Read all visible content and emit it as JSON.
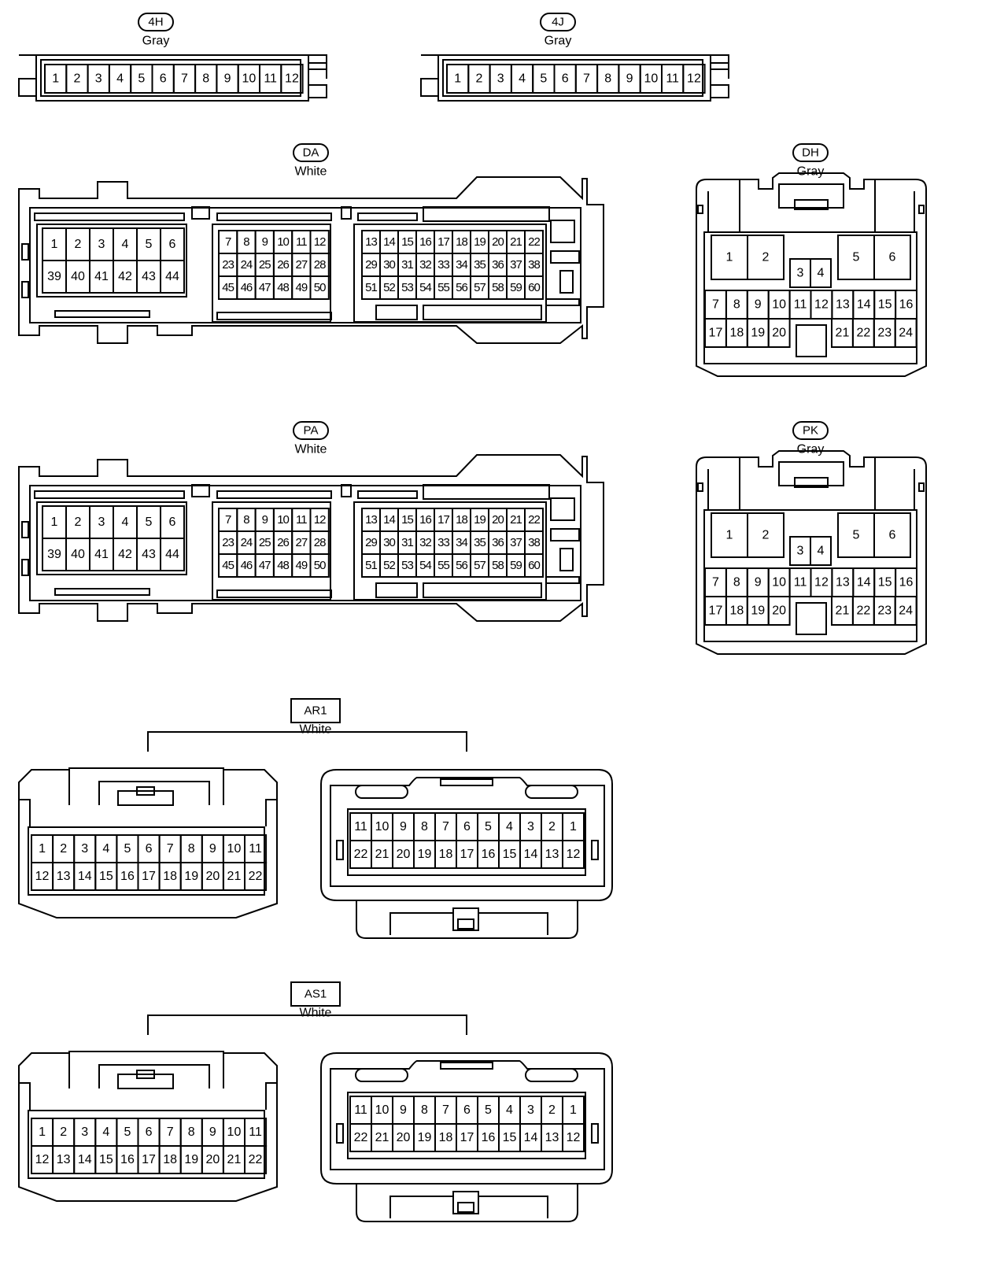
{
  "connectors": [
    {
      "id": "4H",
      "color": "Gray",
      "tag_style": "oval",
      "pins": [
        "1",
        "2",
        "3",
        "4",
        "5",
        "6",
        "7",
        "8",
        "9",
        "10",
        "11",
        "12"
      ]
    },
    {
      "id": "4J",
      "color": "Gray",
      "tag_style": "oval",
      "pins": [
        "1",
        "2",
        "3",
        "4",
        "5",
        "6",
        "7",
        "8",
        "9",
        "10",
        "11",
        "12"
      ]
    },
    {
      "id": "DA",
      "color": "White",
      "tag_style": "oval",
      "blocks": [
        {
          "rows": [
            [
              "1",
              "2",
              "3",
              "4",
              "5",
              "6"
            ],
            [
              "39",
              "40",
              "41",
              "42",
              "43",
              "44"
            ]
          ]
        },
        {
          "rows": [
            [
              "7",
              "8",
              "9",
              "10",
              "11",
              "12"
            ],
            [
              "23",
              "24",
              "25",
              "26",
              "27",
              "28"
            ],
            [
              "45",
              "46",
              "47",
              "48",
              "49",
              "50"
            ]
          ]
        },
        {
          "rows": [
            [
              "13",
              "14",
              "15",
              "16",
              "17",
              "18",
              "19",
              "20",
              "21",
              "22"
            ],
            [
              "29",
              "30",
              "31",
              "32",
              "33",
              "34",
              "35",
              "36",
              "37",
              "38"
            ],
            [
              "51",
              "52",
              "53",
              "54",
              "55",
              "56",
              "57",
              "58",
              "59",
              "60"
            ]
          ]
        }
      ]
    },
    {
      "id": "DH",
      "color": "Gray",
      "tag_style": "oval",
      "top_pins": [
        "1",
        "2",
        "3",
        "4",
        "5",
        "6"
      ],
      "row1": [
        "7",
        "8",
        "9",
        "10",
        "11",
        "12",
        "13",
        "14",
        "15",
        "16"
      ],
      "row2_left": [
        "17",
        "18",
        "19",
        "20"
      ],
      "row2_right": [
        "21",
        "22",
        "23",
        "24"
      ]
    },
    {
      "id": "PA",
      "color": "White",
      "tag_style": "oval",
      "blocks": [
        {
          "rows": [
            [
              "1",
              "2",
              "3",
              "4",
              "5",
              "6"
            ],
            [
              "39",
              "40",
              "41",
              "42",
              "43",
              "44"
            ]
          ]
        },
        {
          "rows": [
            [
              "7",
              "8",
              "9",
              "10",
              "11",
              "12"
            ],
            [
              "23",
              "24",
              "25",
              "26",
              "27",
              "28"
            ],
            [
              "45",
              "46",
              "47",
              "48",
              "49",
              "50"
            ]
          ]
        },
        {
          "rows": [
            [
              "13",
              "14",
              "15",
              "16",
              "17",
              "18",
              "19",
              "20",
              "21",
              "22"
            ],
            [
              "29",
              "30",
              "31",
              "32",
              "33",
              "34",
              "35",
              "36",
              "37",
              "38"
            ],
            [
              "51",
              "52",
              "53",
              "54",
              "55",
              "56",
              "57",
              "58",
              "59",
              "60"
            ]
          ]
        }
      ]
    },
    {
      "id": "PK",
      "color": "Gray",
      "tag_style": "oval",
      "top_pins": [
        "1",
        "2",
        "3",
        "4",
        "5",
        "6"
      ],
      "row1": [
        "7",
        "8",
        "9",
        "10",
        "11",
        "12",
        "13",
        "14",
        "15",
        "16"
      ],
      "row2_left": [
        "17",
        "18",
        "19",
        "20"
      ],
      "row2_right": [
        "21",
        "22",
        "23",
        "24"
      ]
    },
    {
      "id": "AR1",
      "color": "White",
      "tag_style": "box",
      "male": [
        [
          "1",
          "2",
          "3",
          "4",
          "5",
          "6",
          "7",
          "8",
          "9",
          "10",
          "11"
        ],
        [
          "12",
          "13",
          "14",
          "15",
          "16",
          "17",
          "18",
          "19",
          "20",
          "21",
          "22"
        ]
      ],
      "female": [
        [
          "11",
          "10",
          "9",
          "8",
          "7",
          "6",
          "5",
          "4",
          "3",
          "2",
          "1"
        ],
        [
          "22",
          "21",
          "20",
          "19",
          "18",
          "17",
          "16",
          "15",
          "14",
          "13",
          "12"
        ]
      ]
    },
    {
      "id": "AS1",
      "color": "White",
      "tag_style": "box",
      "male": [
        [
          "1",
          "2",
          "3",
          "4",
          "5",
          "6",
          "7",
          "8",
          "9",
          "10",
          "11"
        ],
        [
          "12",
          "13",
          "14",
          "15",
          "16",
          "17",
          "18",
          "19",
          "20",
          "21",
          "22"
        ]
      ],
      "female": [
        [
          "11",
          "10",
          "9",
          "8",
          "7",
          "6",
          "5",
          "4",
          "3",
          "2",
          "1"
        ],
        [
          "22",
          "21",
          "20",
          "19",
          "18",
          "17",
          "16",
          "15",
          "14",
          "13",
          "12"
        ]
      ]
    }
  ]
}
